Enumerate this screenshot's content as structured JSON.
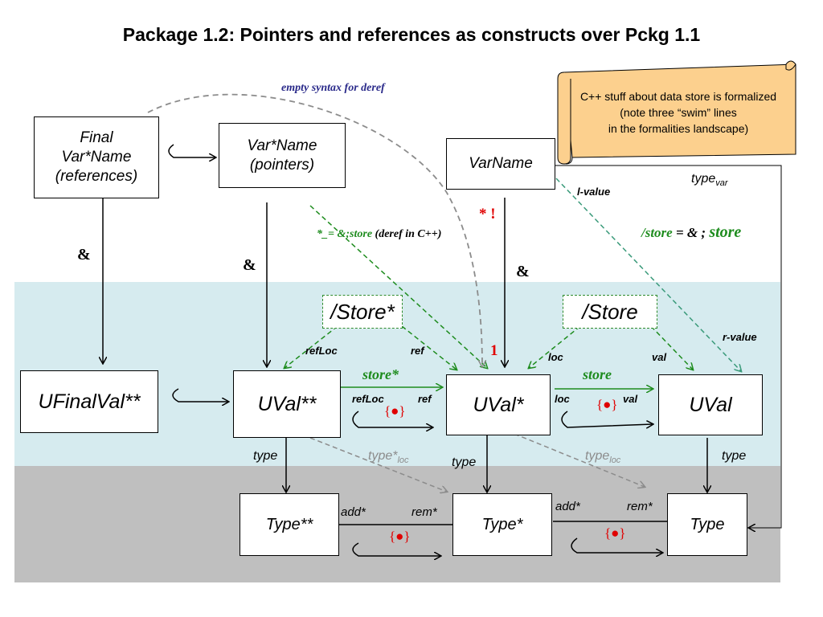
{
  "title": "Package 1.2: Pointers and references as constructs over Pckg 1.1",
  "note": "C++ stuff about data store is formalized\n(note three “swim” lines\nin the formalities landscape)",
  "boxes": {
    "final_varname": "Final\nVar*Name\n(references)",
    "varname_pointers": "Var*Name\n(pointers)",
    "varname": "VarName",
    "ufinalval": "UFinalVal**",
    "uval_2": "UVal**",
    "uval_1": "UVal*",
    "uval": "UVal",
    "type_2": "Type**",
    "type_1": "Type*",
    "type": "Type",
    "store_star": "/Store*",
    "store": "/Store"
  },
  "labels": {
    "empty_syntax": "empty syntax for deref",
    "deref_left": "*_= &;",
    "deref_store": "store",
    "deref_right": " (deref  in C++)",
    "star_bang": "* !",
    "one": "1",
    "amp": "&",
    "l_value": "l-value",
    "r_value": "r-value",
    "type_var_main": "type",
    "type_var_sub": "var",
    "store_eq_a": "/store",
    "store_eq_b": " =  & ; ",
    "store_eq_c": "store",
    "refloc": "refLoc",
    "ref": "ref",
    "loc": "loc",
    "val": "val",
    "store_star_arrow": "store*",
    "store_arrow": "store",
    "bullet_set": "{●}",
    "type": "type",
    "type_star_loc_main": "type*",
    "type_loc_main": "type",
    "loc_sub": "loc",
    "add_star": "add*",
    "rem_star": "rem*"
  },
  "colors": {
    "green": "#1e8c1e",
    "red": "#e00000",
    "navy": "#2a2a8a",
    "gray_arrow": "#8c8c8c",
    "blue_band": "#d6ebef",
    "gray_band": "#bfbfbf",
    "scroll_fill": "#fcd08e"
  }
}
